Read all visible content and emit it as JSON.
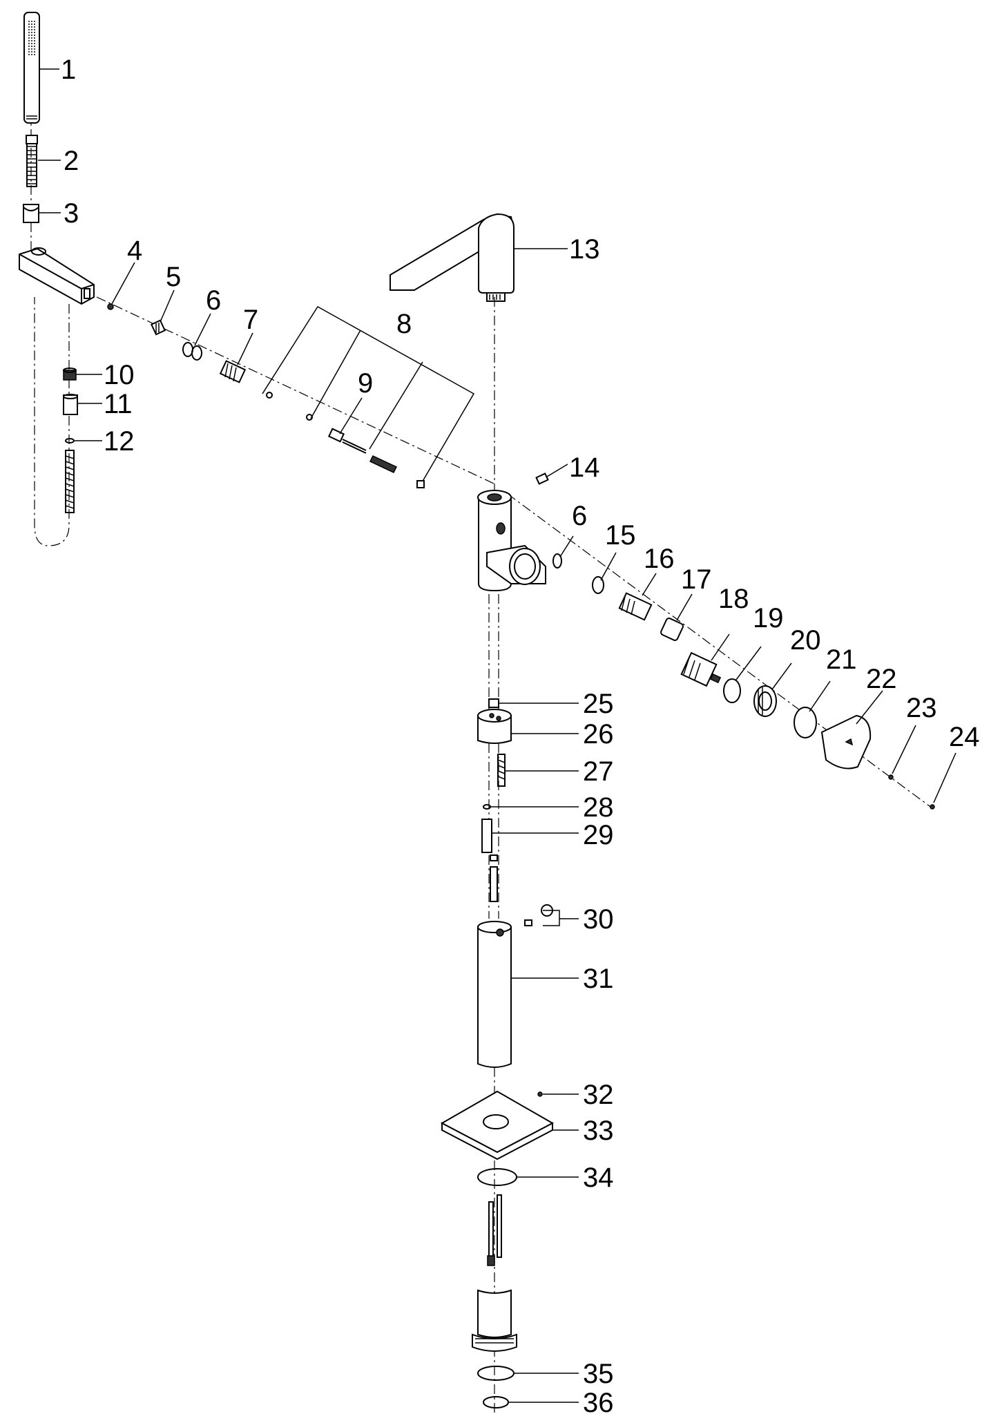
{
  "callouts": [
    {
      "num": "1"
    },
    {
      "num": "2"
    },
    {
      "num": "3"
    },
    {
      "num": "4"
    },
    {
      "num": "5"
    },
    {
      "num": "6"
    },
    {
      "num": "7"
    },
    {
      "num": "8"
    },
    {
      "num": "9"
    },
    {
      "num": "10"
    },
    {
      "num": "11"
    },
    {
      "num": "12"
    },
    {
      "num": "13"
    },
    {
      "num": "14"
    },
    {
      "num": "6"
    },
    {
      "num": "15"
    },
    {
      "num": "16"
    },
    {
      "num": "17"
    },
    {
      "num": "18"
    },
    {
      "num": "19"
    },
    {
      "num": "20"
    },
    {
      "num": "21"
    },
    {
      "num": "22"
    },
    {
      "num": "23"
    },
    {
      "num": "24"
    },
    {
      "num": "25"
    },
    {
      "num": "26"
    },
    {
      "num": "27"
    },
    {
      "num": "28"
    },
    {
      "num": "29"
    },
    {
      "num": "30"
    },
    {
      "num": "31"
    },
    {
      "num": "32"
    },
    {
      "num": "33"
    },
    {
      "num": "34"
    },
    {
      "num": "35"
    },
    {
      "num": "36"
    }
  ]
}
